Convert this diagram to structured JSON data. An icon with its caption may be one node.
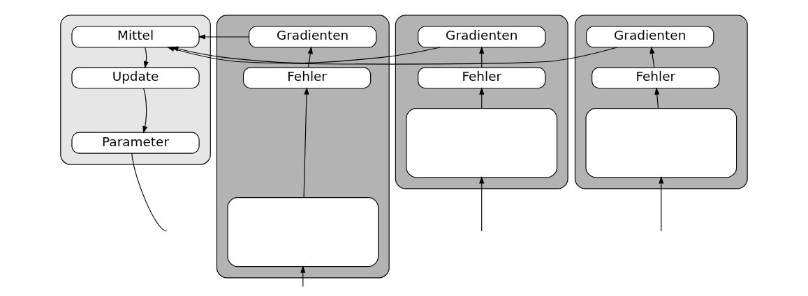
{
  "diagram": {
    "nodes": [
      {
        "text": [],
        "shape": "box"
      },
      {
        "text": [
          "Gradienten"
        ],
        "in": 0
      },
      {
        "text": [
          "Fehler"
        ],
        "in": 0
      },
      {
        "text": [],
        "shape": "box",
        "in": 0
      },
      {
        "text": [],
        "shape": "box"
      },
      {
        "text": [
          "Gradienten"
        ],
        "in": 4
      },
      {
        "text": [
          "Fehler"
        ],
        "in": 4
      },
      {
        "text": [],
        "shape": "box",
        "in": 4
      },
      {
        "text": [],
        "shape": "box"
      },
      {
        "text": [
          "Gradienten"
        ],
        "in": 8
      },
      {
        "text": [
          "Fehler"
        ],
        "in": 8
      },
      {
        "text": [],
        "shape": "box",
        "in": 8
      },
      {
        "text": [],
        "shape": "box"
      },
      {
        "text": [
          "Mittel"
        ],
        "in": 12
      },
      {
        "text": [
          "Update"
        ],
        "in": 12
      },
      {
        "text": [
          "Parameter"
        ],
        "in": 12
      }
    ],
    "edges": [
      {
        "from": null,
        "to": 3,
        "arrow": "to"
      },
      {
        "from": 3,
        "to": 2,
        "arrow": "to"
      },
      {
        "from": 2,
        "to": 1,
        "arrow": "to"
      },
      {
        "from": null,
        "to": 7,
        "arrow": "to"
      },
      {
        "from": 7,
        "to": 6,
        "arrow": "to"
      },
      {
        "from": 6,
        "to": 5,
        "arrow": "to"
      },
      {
        "from": null,
        "to": 11,
        "arrow": "to"
      },
      {
        "from": 11,
        "to": 10,
        "arrow": "to"
      },
      {
        "from": 10,
        "to": 9,
        "arrow": "to"
      },
      {
        "from": 1,
        "to": 13,
        "arrow": "to"
      },
      {
        "from": 5,
        "to": 13,
        "arrow": "to"
      },
      {
        "from": 9,
        "to": 13,
        "arrow": "to"
      },
      {
        "from": 13,
        "to": 14,
        "arrow": "to"
      },
      {
        "from": 14,
        "to": 15,
        "arrow": "to"
      },
      {
        "from": 15,
        "to": null,
        "arrow": "none"
      }
    ]
  }
}
